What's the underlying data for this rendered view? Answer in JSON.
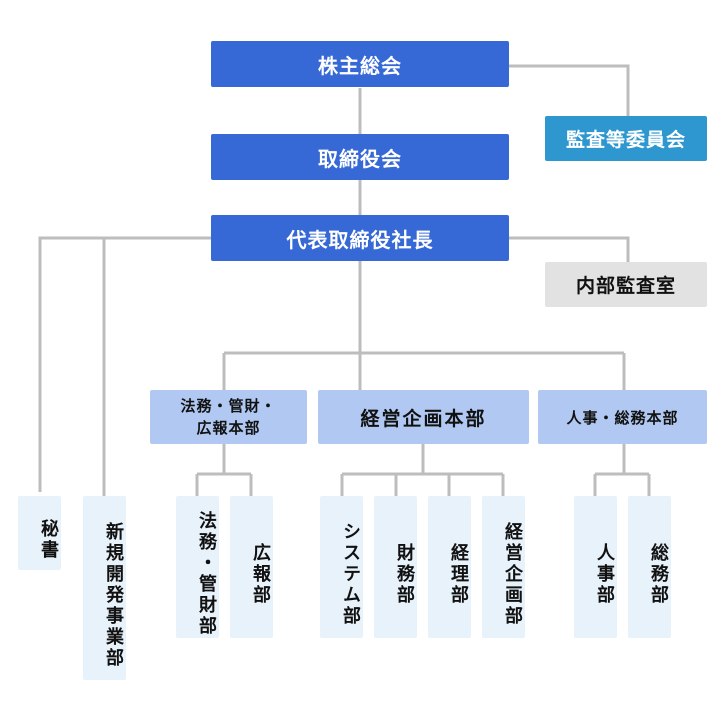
{
  "top": {
    "shareholders": "株主総会",
    "audit_committee": "監査等委員会",
    "board": "取締役会",
    "ceo": "代表取締役社長",
    "internal_audit": "内部監査室"
  },
  "divisions": {
    "legal": "法務・管財・\n広報本部",
    "planning": "経営企画本部",
    "hr": "人事・総務本部"
  },
  "departments": {
    "secretary": "秘書",
    "new_business": "新規開発事業部",
    "legal_admin": "法務・管財部",
    "pr": "広報部",
    "system": "システム部",
    "finance": "財務部",
    "accounting": "経理部",
    "corp_planning": "経営企画部",
    "hr_dept": "人事部",
    "general_affairs": "総務部"
  },
  "colors": {
    "top_box": "#3668d6",
    "audit_box": "#2e97d0",
    "internal_box": "#e2e2e2",
    "division_box": "#b1c9f2",
    "department_box": "#e8f2fb",
    "connector": "#bdbdbd"
  }
}
